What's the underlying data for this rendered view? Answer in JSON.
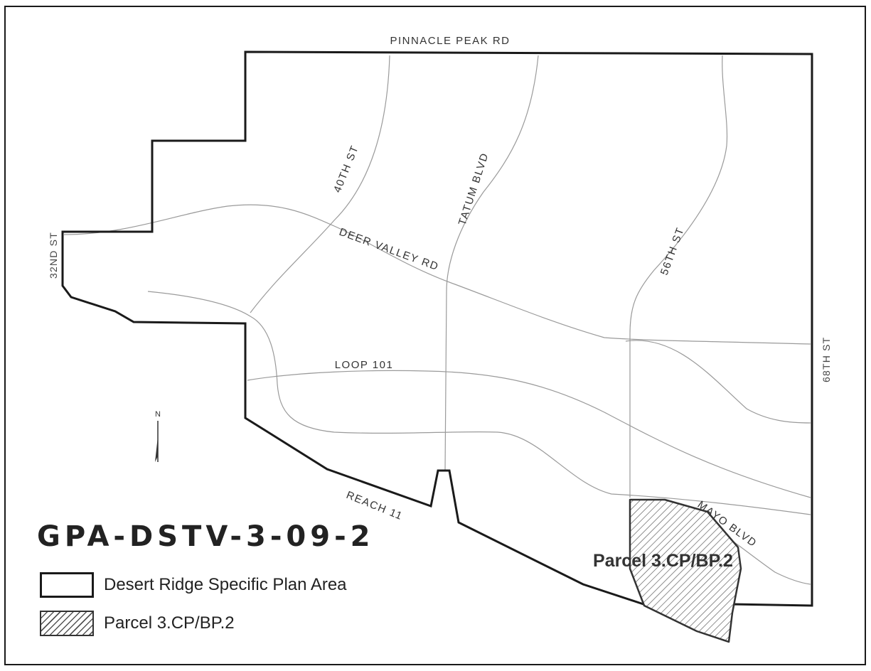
{
  "case_id": "GPA-DSTV-3-09-2",
  "roads": {
    "pinnacle_peak": "PINNACLE PEAK RD",
    "st_40": "40TH ST",
    "tatum": "TATUM BLVD",
    "st_56": "56TH ST",
    "st_32": "32ND ST",
    "deer_valley": "DEER VALLEY RD",
    "loop_101": "LOOP 101",
    "st_68": "68TH ST",
    "reach_11": "REACH 11",
    "mayo": "MAYO BLVD"
  },
  "north_arrow": "N",
  "parcel_label": "Parcel 3.CP/BP.2",
  "legend": {
    "plan_area": "Desert Ridge Specific Plan Area",
    "parcel": "Parcel 3.CP/BP.2"
  },
  "colors": {
    "boundary": "#1a1a1a",
    "road": "#9a9a9a",
    "hatch": "#555555"
  }
}
